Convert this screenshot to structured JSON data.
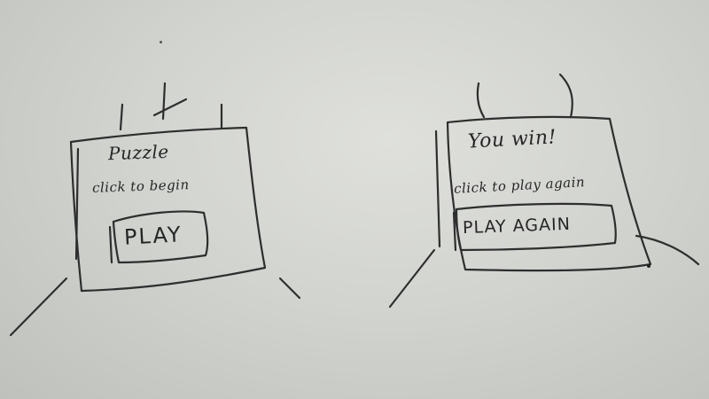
{
  "start_screen": {
    "title": "Puzzle",
    "instruction": "click to begin",
    "button_label": "PLAY"
  },
  "win_screen": {
    "title": "You win!",
    "instruction": "click to play again",
    "button_label": "PLAY AGAIN"
  }
}
